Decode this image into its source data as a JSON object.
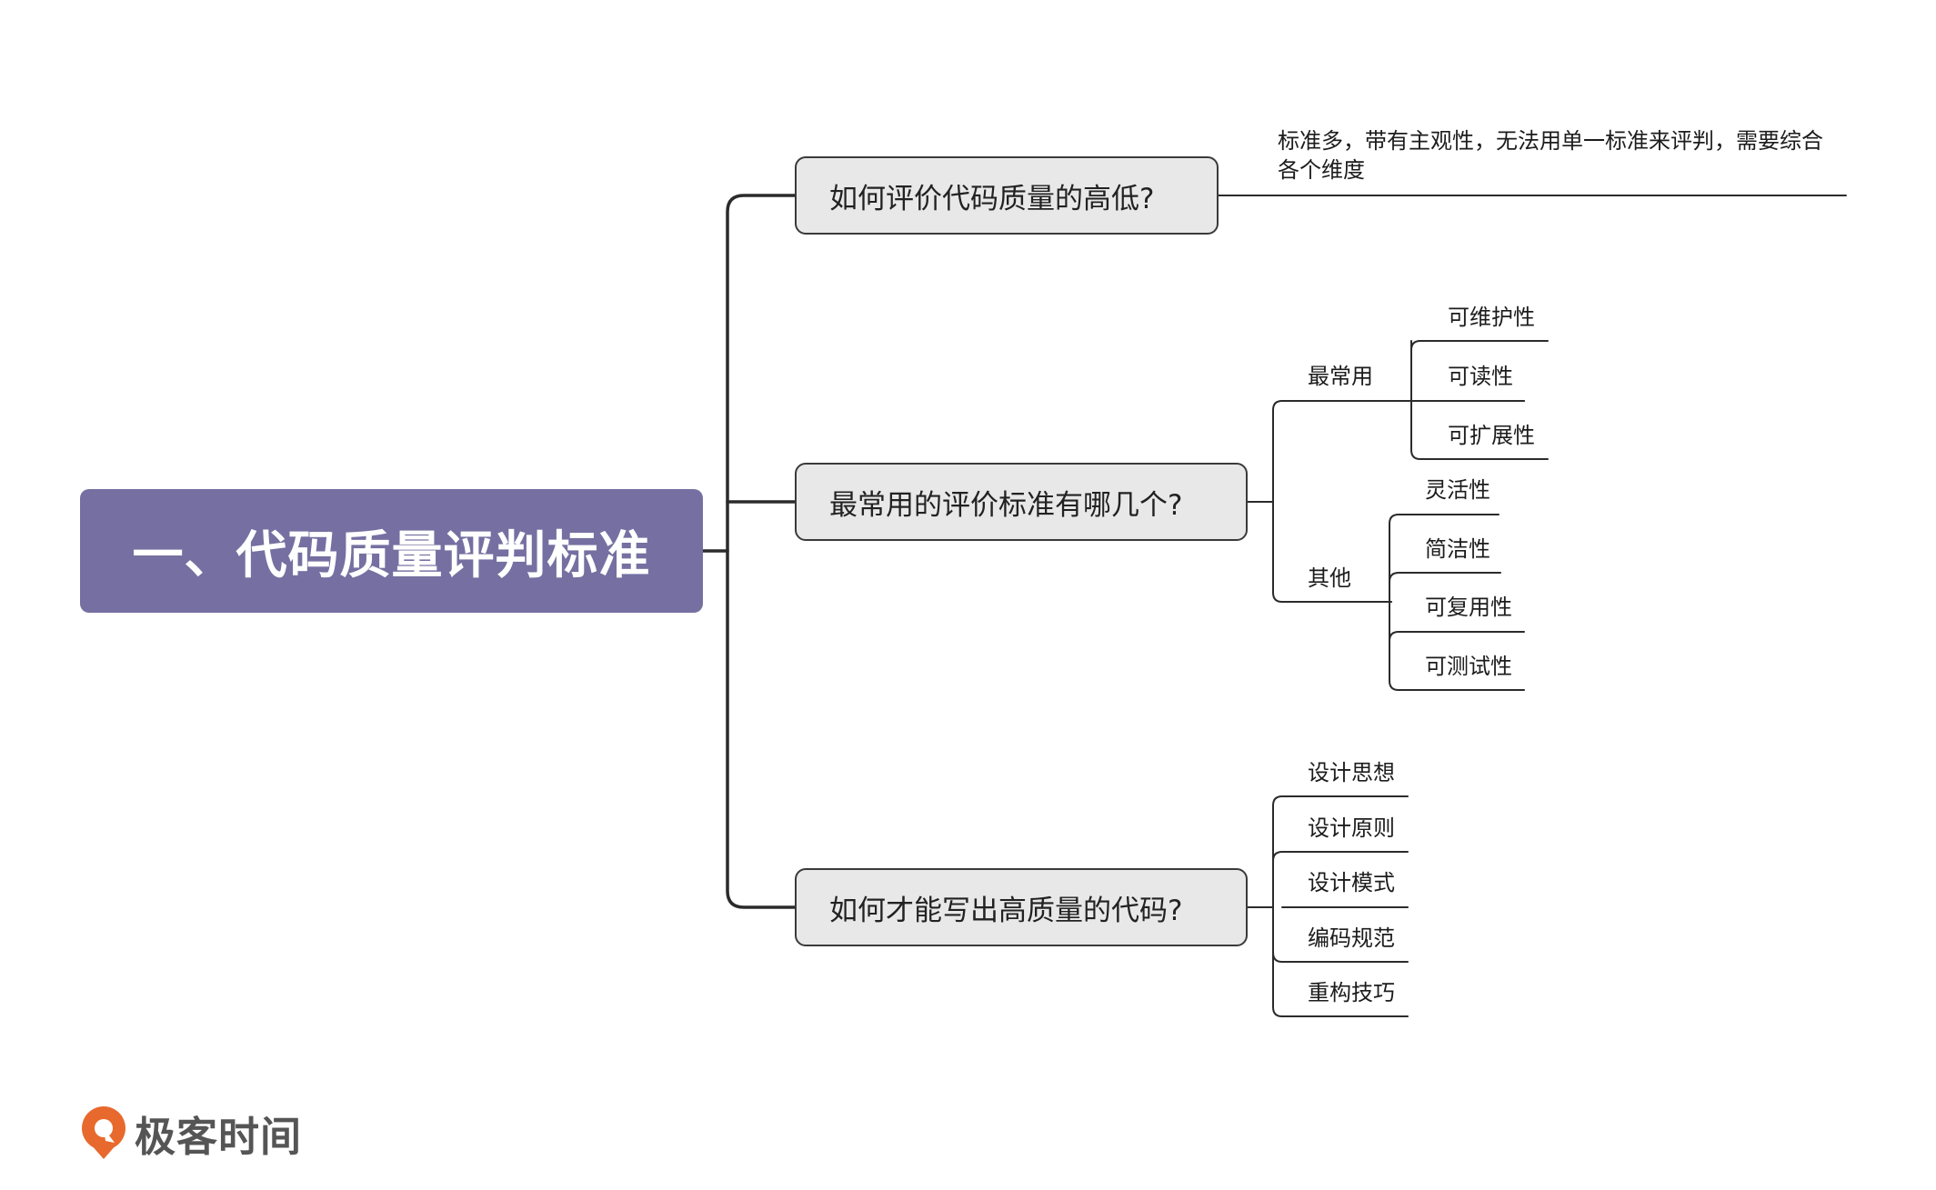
{
  "root": {
    "label": "一、代码质量评判标准",
    "color": "#7570a1"
  },
  "branches": [
    {
      "label": "如何评价代码质量的高低?",
      "note": "标准多，带有主观性，无法用单一标准来评判，需要综合各个维度"
    },
    {
      "label": "最常用的评价标准有哪几个?",
      "groups": [
        {
          "label": "最常用",
          "items": [
            "可维护性",
            "可读性",
            "可扩展性"
          ]
        },
        {
          "label": "其他",
          "items": [
            "灵活性",
            "简洁性",
            "可复用性",
            "可测试性"
          ]
        }
      ]
    },
    {
      "label": "如何才能写出高质量的代码?",
      "items": [
        "设计思想",
        "设计原则",
        "设计模式",
        "编码规范",
        "重构技巧"
      ]
    }
  ],
  "logo": {
    "text": "极客时间",
    "icon": "geektime-logo-icon",
    "color": "#e8692d"
  }
}
